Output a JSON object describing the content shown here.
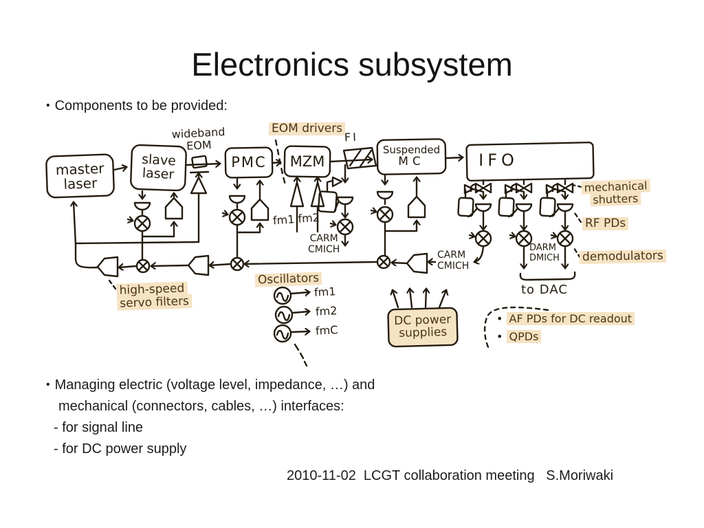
{
  "slide": {
    "title": "Electronics subsystem",
    "bullet_char": "•",
    "intro_bullet": "Components to be provided:",
    "managing_line1": "Managing electric (voltage level, impedance, …) and",
    "managing_line2": "mechanical (connectors, cables, …) interfaces:",
    "managing_line3": "- for signal line",
    "managing_line4": "- for DC power supply",
    "footer": "2010-11-02  LCGT collaboration meeting   S.Moriwaki"
  },
  "colors": {
    "background": "#ffffff",
    "ink": "#241c10",
    "highlight": "#f6e3c3",
    "highlight_text": "#4a3418",
    "body_text": "#1c1c1c"
  },
  "diagram": {
    "boxes": {
      "master_laser_line1": "master",
      "master_laser_line2": "laser",
      "slave_laser_line1": "slave",
      "slave_laser_line2": "laser",
      "pmc": "PMC",
      "mzm": "MZM",
      "suspended_mc_line1": "Suspended",
      "suspended_mc_line2": "MC",
      "ifo": "IFO",
      "dc_power_line1": "DC power",
      "dc_power_line2": "supplies"
    },
    "labels": {
      "wideband_line1": "wideband",
      "wideband_line2": "EOM",
      "eom_drivers": "EOM drivers",
      "fi": "FI",
      "fm1_fm2": "fm1 fm2",
      "carm_out_line1": "CARM",
      "carm_out_line2": "CMICH",
      "carm_in_line1": "CARM",
      "carm_in_line2": "CMICH",
      "darm_line1": "DARM",
      "darm_line2": "DMICH",
      "to_dac": "to DAC",
      "mech_shutters_line1": "mechanical",
      "mech_shutters_line2": "shutters",
      "rf_pds": "RF PDs",
      "demodulators": "demodulators",
      "servo_line1": "high-speed",
      "servo_line2": "servo filters",
      "oscillators": "Oscillators",
      "fm1": "fm1",
      "fm2": "fm2",
      "fmc": "fmC",
      "dot": "•",
      "af_pds": "AF PDs for DC readout",
      "qpds": "QPDs"
    }
  }
}
